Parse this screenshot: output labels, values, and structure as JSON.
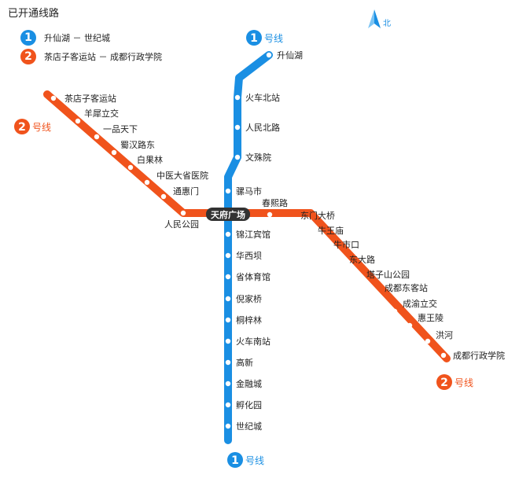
{
  "legend": {
    "title": "已开通线路",
    "lines": [
      {
        "number": "1",
        "label": "升仙湖 － 世纪城",
        "color": "#1a8fe3"
      },
      {
        "number": "2",
        "label": "茶店子客运站 － 成都行政学院",
        "color": "#f0531c"
      }
    ]
  },
  "north_label": "北",
  "line1": {
    "number": "1",
    "suffix": "号线",
    "color": "#1a8fe3",
    "stations": [
      "升仙湖",
      "火车北站",
      "人民北路",
      "文殊院",
      "骡马市",
      "天府广场",
      "锦江宾馆",
      "华西坝",
      "省体育馆",
      "倪家桥",
      "桐梓林",
      "火车南站",
      "高新",
      "金融城",
      "孵化园",
      "世纪城"
    ]
  },
  "line2": {
    "number": "2",
    "suffix": "号线",
    "color": "#f0531c",
    "stations": [
      "茶店子客运站",
      "羊犀立交",
      "一品天下",
      "蜀汉路东",
      "白果林",
      "中医大省医院",
      "通惠门",
      "人民公园",
      "天府广场",
      "春熙路",
      "东门大桥",
      "牛王庙",
      "牛市口",
      "东大路",
      "塔子山公园",
      "成都东客站",
      "成渝立交",
      "惠王陵",
      "洪河",
      "成都行政学院"
    ]
  },
  "interchange": "天府广场"
}
